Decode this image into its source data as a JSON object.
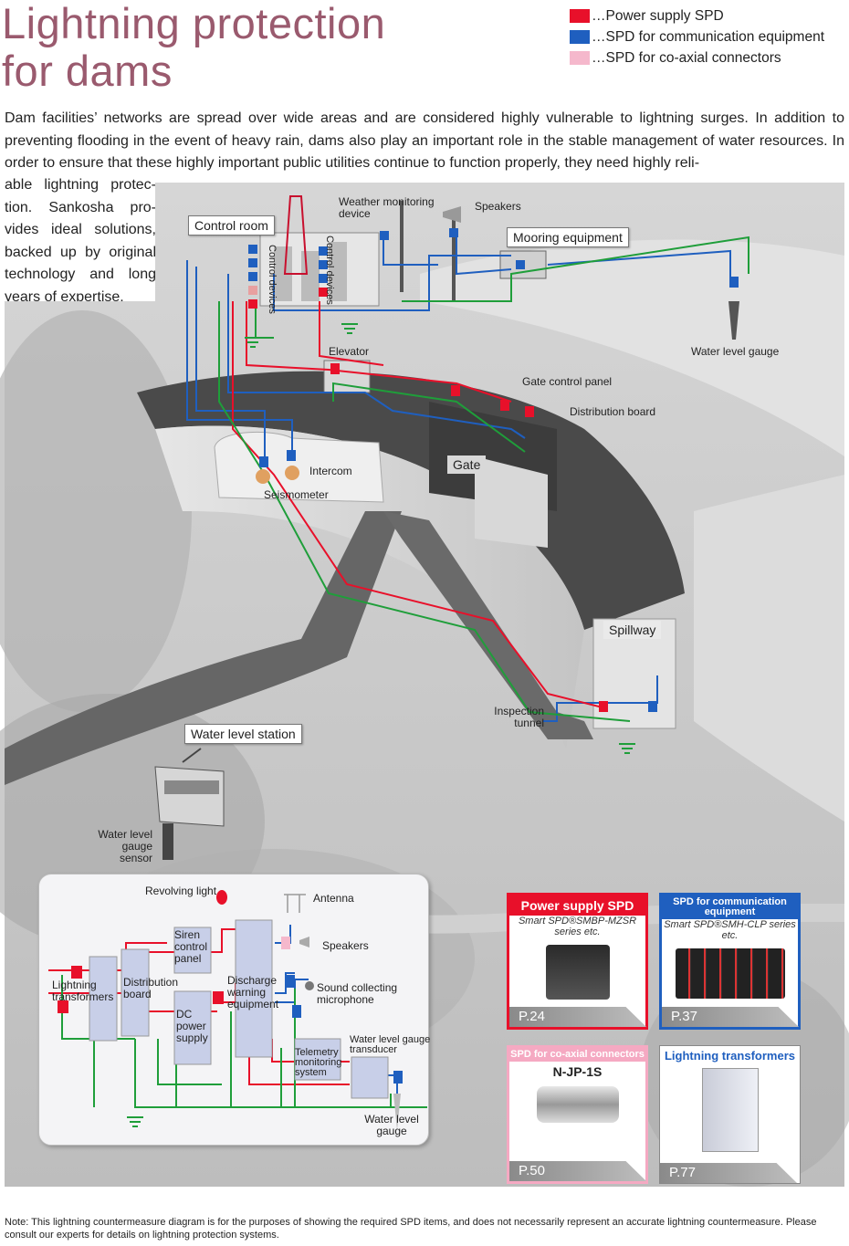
{
  "title_line1": "Lightning protection",
  "title_line2": "for dams",
  "legend": [
    {
      "label": "…Power supply SPD",
      "color": "#e8102a"
    },
    {
      "label": "…SPD for communication equipment",
      "color": "#1f5fbf"
    },
    {
      "label": "…SPD for co-axial connectors",
      "color": "#f5b8cc"
    }
  ],
  "intro_wide": "Dam facilities’ networks are spread over wide areas and are considered highly vulnerable to lightning surges. In addition to preventing flooding in the event of heavy rain, dams also play an important role in the stable management of water resources. In order to ensure that these highly important public utilities continue to function properly, they need highly reli-",
  "intro_narrow": "able lightning protec- tion. Sankosha pro- vides ideal solutions, backed up by original technology and long years of expertise.",
  "labels": {
    "control_room": "Control room",
    "control_devices_1": "Control devices",
    "control_devices_2": "Control devices",
    "weather": "Weather monitoring device",
    "speakers_top": "Speakers",
    "mooring": "Mooring equipment",
    "water_level_gauge_top": "Water level gauge",
    "elevator": "Elevator",
    "gate_control_panel": "Gate control panel",
    "distribution_board_top": "Distribution board",
    "intercom": "Intercom",
    "seismometer": "Seismometer",
    "gate": "Gate",
    "spillway": "Spillway",
    "inspection_tunnel": "Inspection tunnel",
    "water_level_station": "Water level station",
    "water_level_gauge_sensor": "Water level gauge sensor"
  },
  "inset": {
    "revolving_light": "Revolving light",
    "antenna": "Antenna",
    "siren": "Siren control panel",
    "speakers": "Speakers",
    "discharge": "Discharge warning equipment",
    "sound": "Sound collecting microphone",
    "lightning_transformers": "Lightning transformers",
    "distribution_board": "Distribution board",
    "dc_power": "DC power supply",
    "telemetry": "Telemetry monitoring system",
    "transducer": "Water level gauge transducer",
    "water_level_gauge": "Water level gauge"
  },
  "cards": [
    {
      "head": "Power supply SPD",
      "sub": "Smart SPD®SMBP-MZSR series etc.",
      "page": "P.24",
      "color": "#e8102a"
    },
    {
      "head": "SPD for communication equipment",
      "sub": "Smart SPD®SMH-CLP series etc.",
      "page": "P.37",
      "color": "#1f5fbf"
    },
    {
      "head": "SPD for co-axial connectors",
      "sub": "N-JP-1S",
      "page": "P.50",
      "color": "#f5a9c2"
    },
    {
      "head": "Lightning transformers",
      "sub": "",
      "page": "P.77",
      "color": "#1f5fbf"
    }
  ],
  "note": "Note: This lightning countermeasure diagram is for the purposes of showing the required SPD items, and does not necessarily represent an accurate lightning countermeasure. Please consult our experts for details on lightning protection systems."
}
